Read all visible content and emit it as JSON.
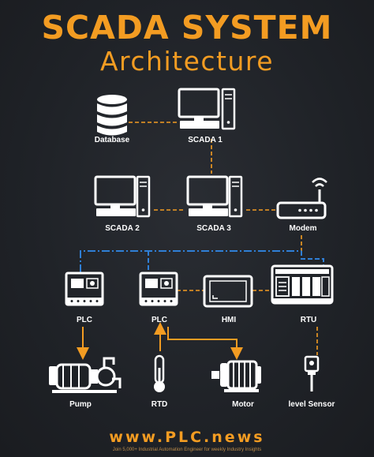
{
  "header": {
    "title": "SCADA SYSTEM",
    "subtitle": "Architecture"
  },
  "nodes": {
    "database": "Database",
    "scada1": "SCADA 1",
    "scada2": "SCADA 2",
    "scada3": "SCADA 3",
    "modem": "Modem",
    "plc1": "PLC",
    "plc2": "PLC",
    "hmi": "HMI",
    "rtu": "RTU",
    "pump": "Pump",
    "rtd": "RTD",
    "motor": "Motor",
    "level_sensor": "level Sensor"
  },
  "footer": {
    "url": "www.PLC.news",
    "tagline": "Join 5,000+ Industrial Automation Engineer for weekly Industry Insights"
  },
  "colors": {
    "accent": "#f39c22",
    "network_line": "#2f7fd6",
    "icon": "#ffffff",
    "background": "#1f2227"
  }
}
